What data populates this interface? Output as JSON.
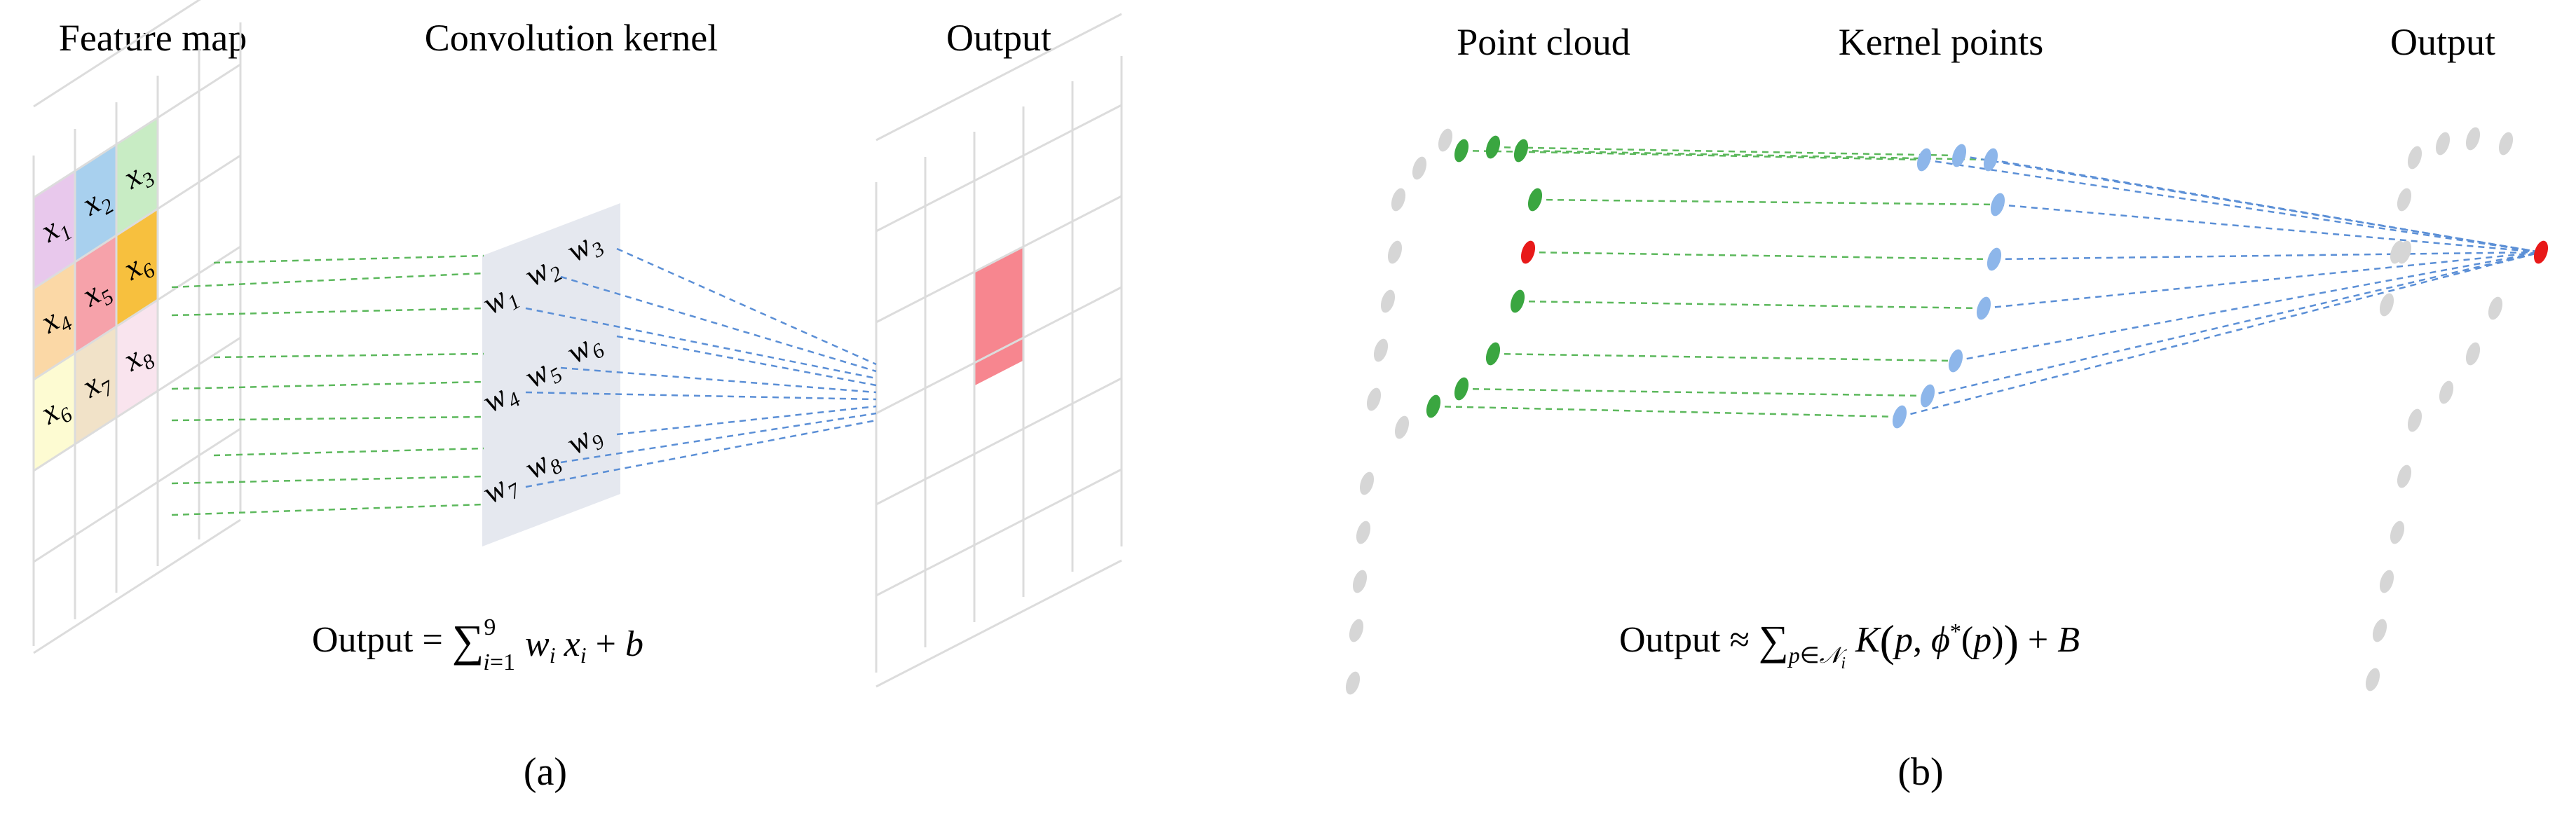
{
  "panel_a": {
    "labels": {
      "feature_map": "Feature map",
      "convolution_kernel": "Convolution kernel",
      "output": "Output"
    },
    "input_cells": [
      {
        "name": "x1",
        "label": "x",
        "sub": "1",
        "color": "#e8c8ec"
      },
      {
        "name": "x2",
        "label": "x",
        "sub": "2",
        "color": "#a8d0ee"
      },
      {
        "name": "x3",
        "label": "x",
        "sub": "3",
        "color": "#c8ecc4"
      },
      {
        "name": "x1b",
        "label": "x",
        "sub": "4",
        "color": "#fbd8a6"
      },
      {
        "name": "x5",
        "label": "x",
        "sub": "5",
        "color": "#f6a2aa"
      },
      {
        "name": "x6",
        "label": "x",
        "sub": "6",
        "color": "#f7c03e"
      },
      {
        "name": "x7",
        "label": "x",
        "sub": "6",
        "color": "#fdfbd2"
      },
      {
        "name": "x8",
        "label": "x",
        "sub": "7",
        "color": "#f1e2c8"
      },
      {
        "name": "x9",
        "label": "x",
        "sub": "8",
        "color": "#f9e4ee"
      }
    ],
    "kernel_weights": [
      {
        "label": "w",
        "sub": "1"
      },
      {
        "label": "w",
        "sub": "2"
      },
      {
        "label": "w",
        "sub": "3"
      },
      {
        "label": "w",
        "sub": "4"
      },
      {
        "label": "w",
        "sub": "5"
      },
      {
        "label": "w",
        "sub": "6"
      },
      {
        "label": "w",
        "sub": "7"
      },
      {
        "label": "w",
        "sub": "8"
      },
      {
        "label": "w",
        "sub": "9"
      }
    ],
    "equation": "Output = ∑ᵢ₌₁⁹ wᵢ xᵢ + b",
    "caption": "(a)",
    "colors": {
      "output_cell": "#f7868f",
      "kernel_plane": "#e5e8ef",
      "green_line": "#5cb85c",
      "blue_line": "#5b8fd6"
    }
  },
  "panel_b": {
    "labels": {
      "point_cloud": "Point cloud",
      "kernel_points": "Kernel points",
      "output": "Output"
    },
    "equation": "Output ≈ ∑p∈𝒩ᵢ K(p, ϕ*(p)) + B",
    "caption": "(b)",
    "colors": {
      "neighbor_point": "#3aa640",
      "center_point": "#e81919",
      "kernel_point": "#8db6ea",
      "other_point": "#d6d6d6",
      "output_point": "#e81919"
    }
  }
}
